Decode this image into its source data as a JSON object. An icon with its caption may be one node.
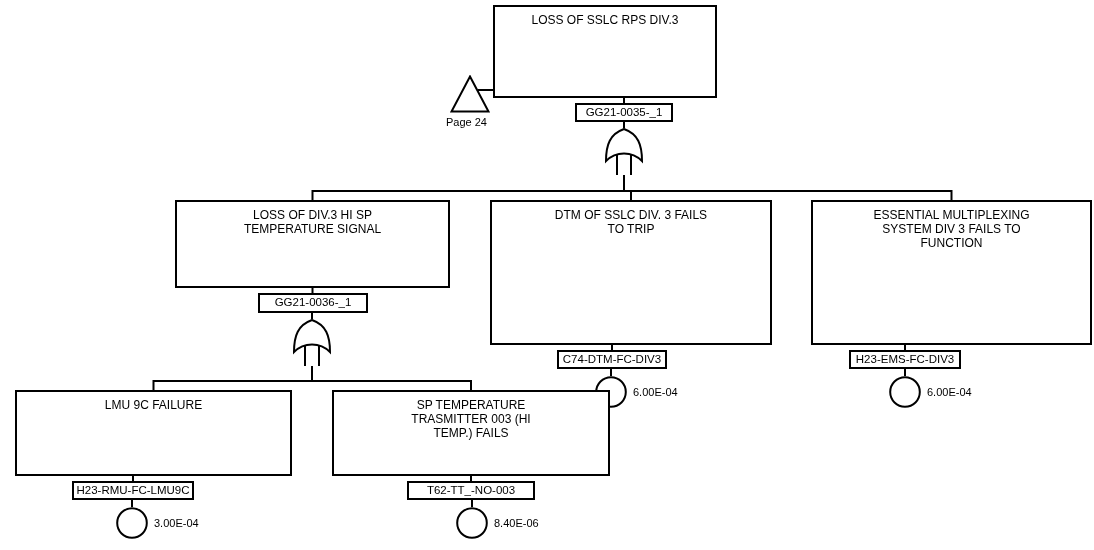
{
  "diagram": {
    "nodes": [
      {
        "text": [
          "LOSS OF SSLC RPS DIV.3"
        ]
      },
      {
        "text": [],
        "shape": "triangle",
        "beside": [
          "Page 24"
        ]
      },
      {
        "text": [
          "GG21-0035-_1"
        ]
      },
      {
        "text": [],
        "shape": "gate"
      },
      {
        "text": [
          "LOSS OF DIV.3 HI SP TEMPERATURE SIGNAL"
        ]
      },
      {
        "text": [
          "DTM OF SSLC DIV. 3 FAILS TO TRIP"
        ]
      },
      {
        "text": [
          "ESSENTIAL MULTIPLEXING SYSTEM DIV 3  FAILS TO FUNCTION"
        ]
      },
      {
        "text": [
          "GG21-0036-_1"
        ]
      },
      {
        "text": [],
        "shape": "gate"
      },
      {
        "text": [
          "C74-DTM-FC-DIV3"
        ]
      },
      {
        "text": [],
        "shape": "circle",
        "beside": [
          "6.00E-04"
        ]
      },
      {
        "text": [
          "H23-EMS-FC-DIV3"
        ]
      },
      {
        "text": [],
        "shape": "circle",
        "beside": [
          "6.00E-04"
        ]
      },
      {
        "text": [
          "LMU 9C FAILURE"
        ]
      },
      {
        "text": [
          "SP TEMPERATURE TRASMITTER 003 (HI TEMP.) FAILS"
        ]
      },
      {
        "text": [
          "H23-RMU-FC-LMU9C"
        ]
      },
      {
        "text": [],
        "shape": "circle",
        "beside": [
          "3.00E-04"
        ]
      },
      {
        "text": [
          "T62-TT_-NO-003"
        ]
      },
      {
        "text": [],
        "shape": "circle",
        "beside": [
          "8.40E-06"
        ]
      }
    ],
    "edges": [
      {
        "from": 0,
        "to": 1,
        "arrow": "none"
      },
      {
        "from": 0,
        "to": 2,
        "arrow": "none"
      },
      {
        "from": 2,
        "to": 3,
        "arrow": "none"
      },
      {
        "from": 3,
        "to": 4,
        "arrow": "none"
      },
      {
        "from": 3,
        "to": 5,
        "arrow": "none"
      },
      {
        "from": 3,
        "to": 6,
        "arrow": "none"
      },
      {
        "from": 4,
        "to": 7,
        "arrow": "none"
      },
      {
        "from": 7,
        "to": 8,
        "arrow": "none"
      },
      {
        "from": 8,
        "to": 13,
        "arrow": "none"
      },
      {
        "from": 8,
        "to": 14,
        "arrow": "none"
      },
      {
        "from": 5,
        "to": 9,
        "arrow": "none"
      },
      {
        "from": 9,
        "to": 10,
        "arrow": "none"
      },
      {
        "from": 6,
        "to": 11,
        "arrow": "none"
      },
      {
        "from": 11,
        "to": 12,
        "arrow": "none"
      },
      {
        "from": 13,
        "to": 15,
        "arrow": "none"
      },
      {
        "from": 15,
        "to": 16,
        "arrow": "none"
      },
      {
        "from": 14,
        "to": 17,
        "arrow": "none"
      },
      {
        "from": 17,
        "to": 18,
        "arrow": "none"
      }
    ]
  }
}
